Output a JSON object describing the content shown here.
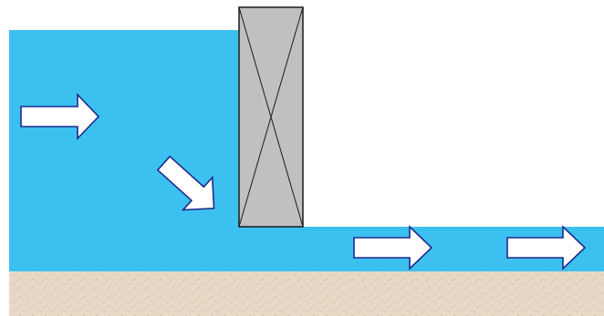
{
  "diagram": {
    "description_free": true,
    "colors": {
      "water": "#3cc0ef",
      "ground": "#e6dac6",
      "ground_speckle": "#c8b89a",
      "gate_fill": "#c0c0c0",
      "gate_stroke": "#1a1a1a",
      "arrow_fill": "#ffffff",
      "arrow_stroke": "#1d2a8a",
      "background": "#ffffff"
    },
    "flow_arrows": [
      {
        "name": "upstream-flow-arrow",
        "direction": "right"
      },
      {
        "name": "under-gate-flow-arrow",
        "direction": "down-right"
      },
      {
        "name": "downstream-flow-arrow-1",
        "direction": "right"
      },
      {
        "name": "downstream-flow-arrow-2",
        "direction": "right"
      }
    ]
  }
}
